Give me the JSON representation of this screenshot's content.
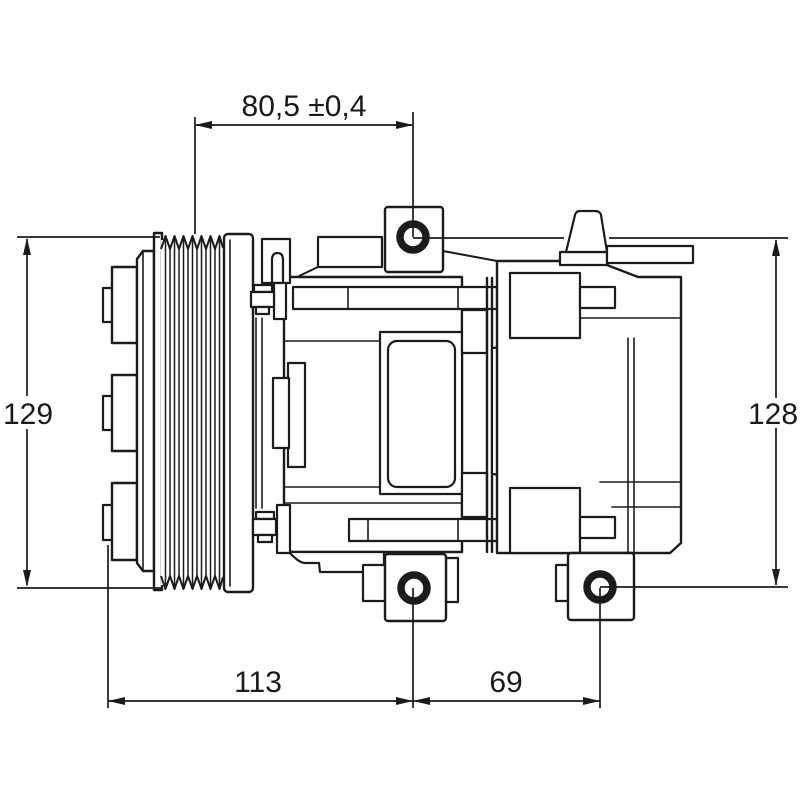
{
  "page": {
    "background_color": "#ffffff",
    "line_color": "#1b1b1b",
    "content": "technical line drawing of an A/C compressor with dimension annotations"
  },
  "dimensions": {
    "top_width": "80,5 ±0,4",
    "left_height": "129",
    "right_height": "128",
    "bottom_left_width": "113",
    "bottom_right_width": "69"
  }
}
